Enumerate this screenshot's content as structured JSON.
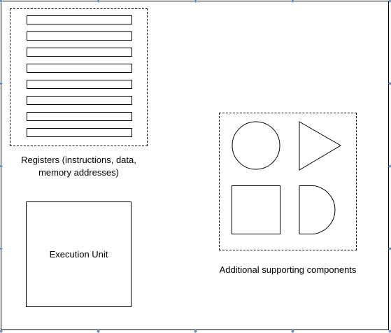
{
  "diagram": {
    "registers": {
      "caption_line1": "Registers (instructions, data,",
      "caption_line2": "memory addresses)",
      "bar_count": 8
    },
    "execution_unit": {
      "label": "Execution Unit"
    },
    "supporting_components": {
      "caption": "Additional supporting components",
      "shapes": [
        "circle",
        "triangle",
        "square",
        "d-shape"
      ]
    },
    "colors": {
      "stroke": "#000000",
      "handle": "#6c8ebf",
      "background": "#ffffff"
    }
  }
}
